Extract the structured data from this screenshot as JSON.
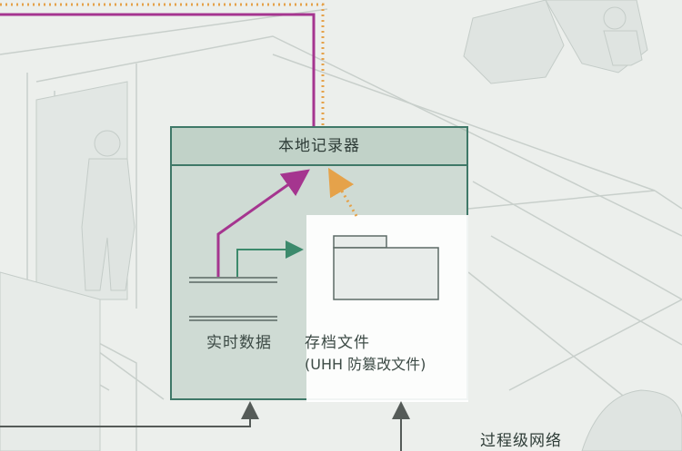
{
  "diagram": {
    "recorder_title": "本地记录器",
    "realtime_label": "实时数据",
    "archive_label": "存档文件",
    "archive_sublabel": "(UHH 防篡改文件)",
    "network_label": "过程级网络"
  },
  "colors": {
    "frame": "#3f7868",
    "recorder_fill": "#85aa98",
    "magenta_link": "#a5358f",
    "orange_link": "#e5a24a",
    "green_link": "#3c8a6c",
    "input_arrow": "#555b58"
  }
}
